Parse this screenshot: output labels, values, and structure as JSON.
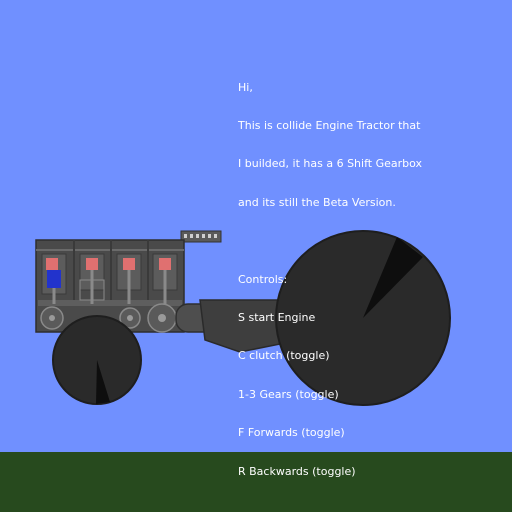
{
  "colors": {
    "sky": "#7090ff",
    "ground": "#274a1e",
    "text": "#ffffff",
    "wheel": "#2a2a2a",
    "body": "#4a4a4a",
    "gear_light": "#8a8a8a",
    "piston_red": "#e07070",
    "marker_blue": "#2233cc"
  },
  "info": {
    "lines": [
      "Hi,",
      "This is collide Engine Tractor that",
      "I builded, it has a 6 Shift Gearbox",
      "and its still the Beta Version.",
      "",
      "Controls:",
      "S start Engine",
      "C clutch (toggle)",
      "1-3 Gears (toggle)",
      "F Forwards (toggle)",
      "R Backwards (toggle)"
    ]
  }
}
